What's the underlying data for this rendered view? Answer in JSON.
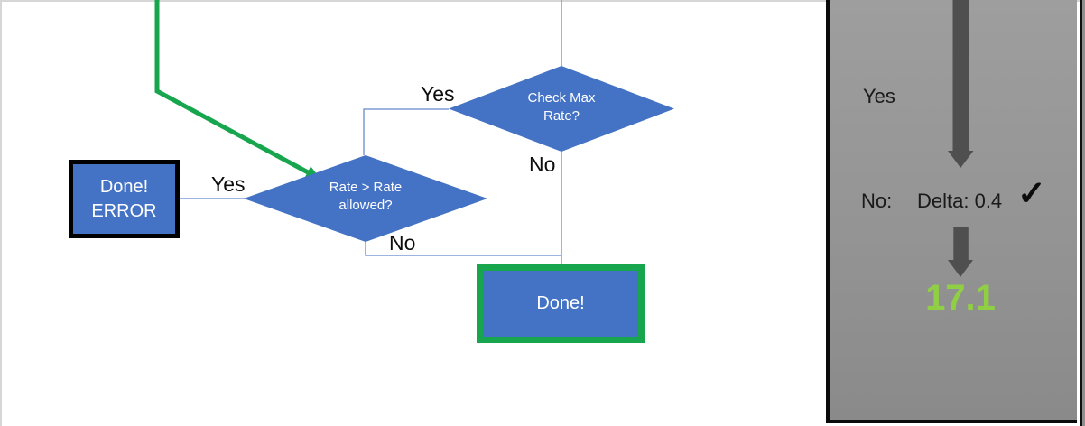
{
  "flowchart": {
    "done_error_box": {
      "line1": "Done!",
      "line2": "ERROR"
    },
    "rate_diamond": {
      "line1": "Rate > Rate",
      "line2": "allowed?"
    },
    "check_max_diamond": {
      "line1": "Check Max",
      "line2": "Rate?"
    },
    "done_box": {
      "label": "Done!"
    },
    "labels": {
      "rate_yes": "Yes",
      "rate_no": "No",
      "check_yes": "Yes",
      "check_no": "No"
    },
    "colors": {
      "node_fill": "#4472c4",
      "node_text": "#ffffff",
      "connector": "#7d9bd6",
      "highlight_green": "#17a54e",
      "error_border": "#000000",
      "done_border": "#17a54e"
    }
  },
  "side_panel": {
    "yes_label": "Yes",
    "no_label": "No:",
    "delta_value": "Delta: 0.4",
    "checkmark_icon": "✓",
    "result_value": "17.1",
    "colors": {
      "panel_gray": "#949494",
      "arrow_gray": "#4f4f4f",
      "text": "#1a1a1a",
      "result_green": "#90ce45"
    }
  }
}
